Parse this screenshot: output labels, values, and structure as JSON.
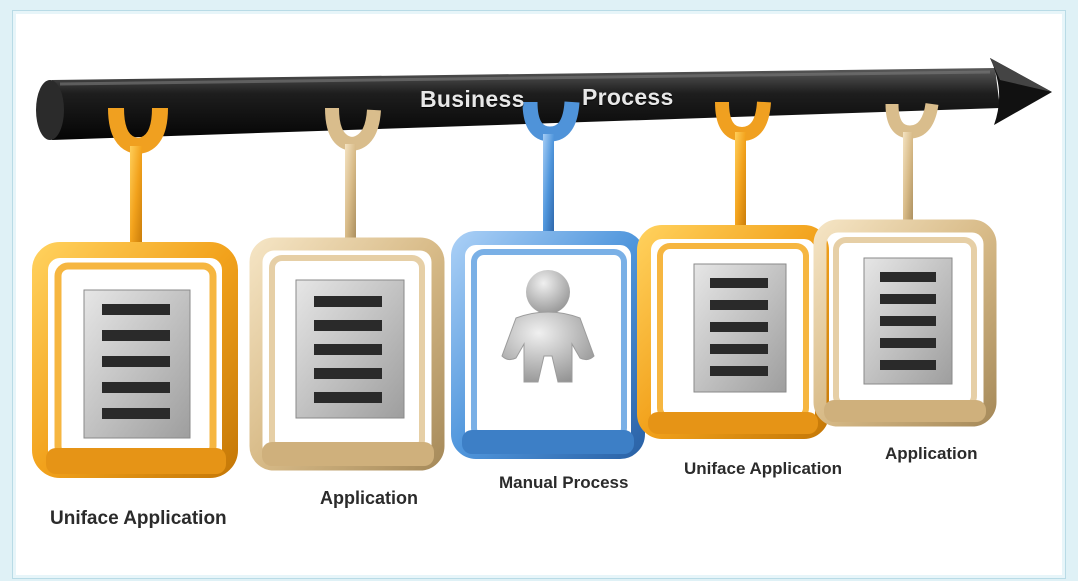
{
  "title": {
    "word1": "Business",
    "word2": "Process"
  },
  "colors": {
    "orange": "#f0a020",
    "tan": "#d9bd8c",
    "blue": "#4f93d9",
    "arrow": "#1a1a1a",
    "doc": "#b5b5b5"
  },
  "modules": [
    {
      "label": "Uniface Application",
      "kind": "application",
      "color": "orange"
    },
    {
      "label": "Application",
      "kind": "application",
      "color": "tan"
    },
    {
      "label": "Manual Process",
      "kind": "person",
      "color": "blue"
    },
    {
      "label": "Uniface Application",
      "kind": "application",
      "color": "orange"
    },
    {
      "label": "Application",
      "kind": "application",
      "color": "tan"
    }
  ],
  "icons": [
    "arrow-icon",
    "document-icon",
    "person-icon"
  ]
}
